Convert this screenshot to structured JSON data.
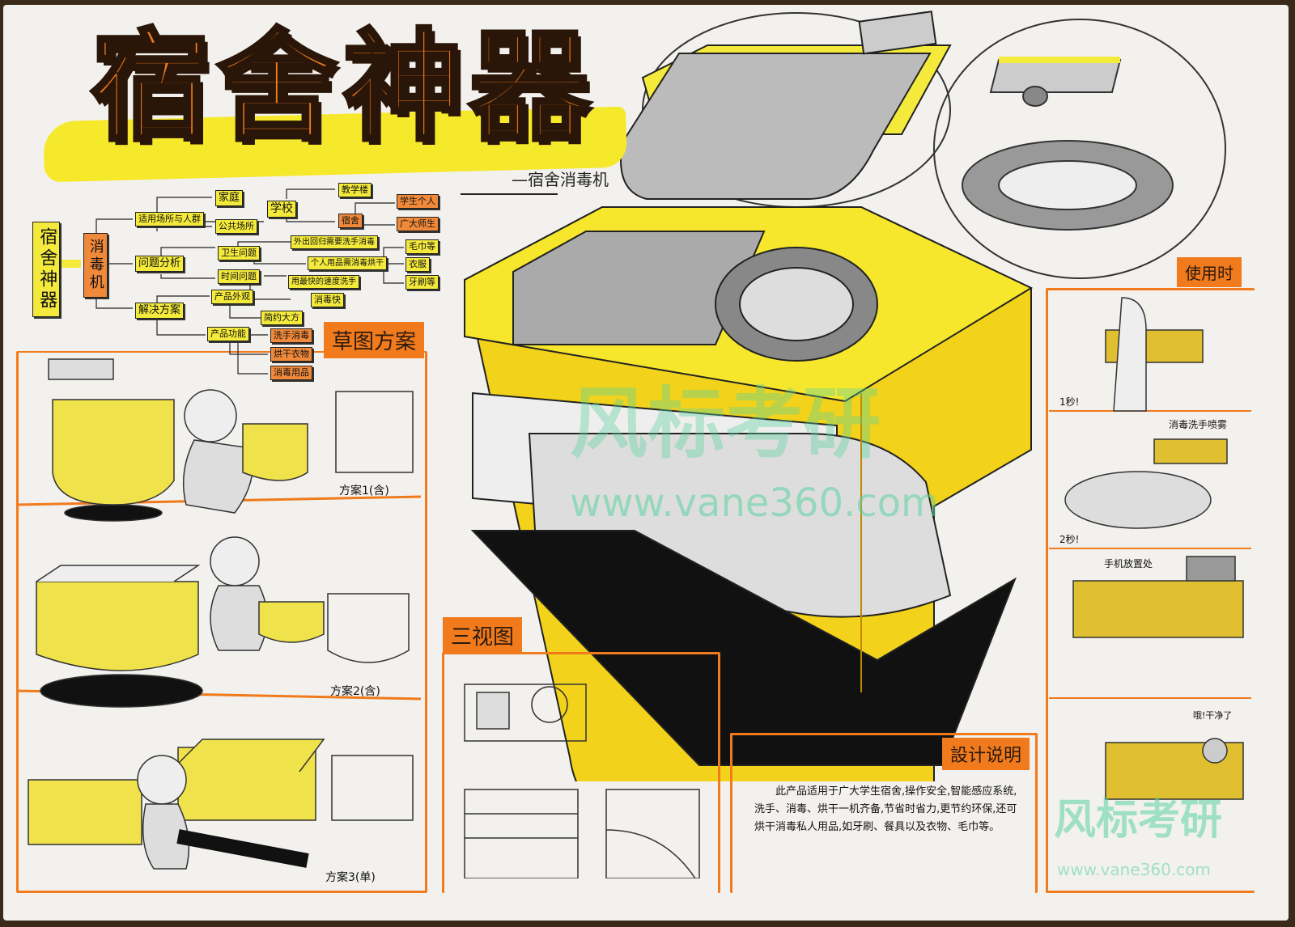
{
  "title": "宿舍神器",
  "subtitle": "—宿舍消毒机",
  "mindmap": {
    "root": "宿舍神器",
    "center": "消毒机",
    "branches": [
      "适用场所与人群",
      "问题分析",
      "解决方案"
    ],
    "level2": [
      "家庭",
      "公共场所",
      "卫生问题",
      "时间问题",
      "产品外观",
      "产品功能"
    ],
    "level3": [
      "学校",
      "教学楼",
      "宿舍",
      "学生个人",
      "广大师生",
      "外出回归需要洗手消毒",
      "个人用品需消毒烘干",
      "用最快的速度洗手",
      "消毒快",
      "简约大方",
      "毛巾等",
      "衣服",
      "牙刷等",
      "洗手消毒",
      "烘干衣物",
      "消毒用品"
    ]
  },
  "sections": {
    "sketch": "草图方案",
    "views": "三视图",
    "design_notes": "設计说明",
    "usage": "使用时"
  },
  "sketch_captions": [
    "方案1(含)",
    "方案2(含)",
    "方案3(单)"
  ],
  "usage_steps": [
    "1秒!",
    "消毒洗手喷雾",
    "2秒!",
    "手机放置处",
    "哦!干净了"
  ],
  "design_text": "此产品适用于广大学生宿舍,操作安全,智能感应系统,洗手、消毒、烘干一机齐备,节省时省力,更节约环保,还可烘干消毒私人用品,如牙刷、餐具以及衣物、毛巾等。",
  "watermark": {
    "brand": "风标考研",
    "url": "www.vane360.com"
  },
  "colors": {
    "orange": "#f07a1c",
    "yellow": "#f4ea3c",
    "ink": "#222222"
  }
}
